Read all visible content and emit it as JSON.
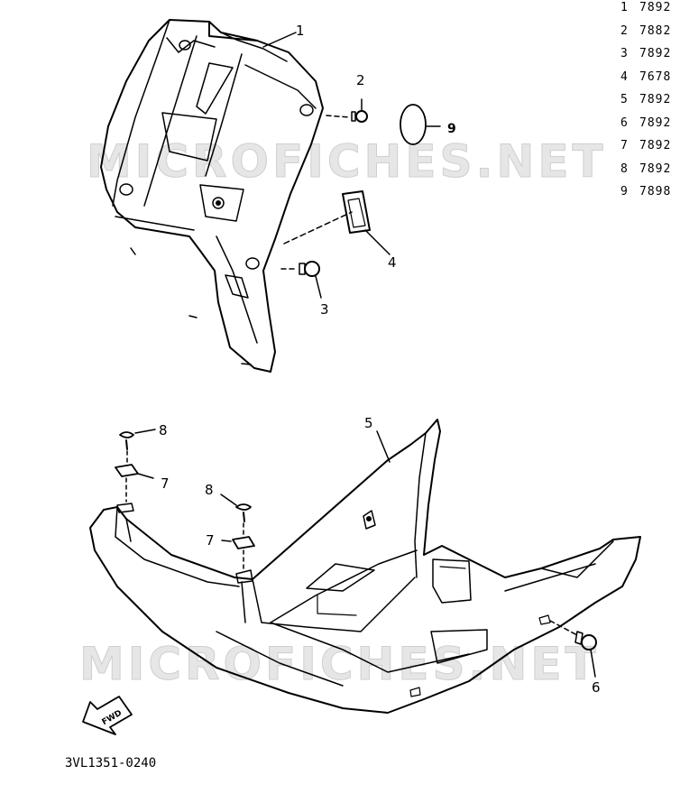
{
  "watermark": {
    "text": "MICROFICHES.NET"
  },
  "diagram_code": "3VL1351-0240",
  "fwd_label": "FWD",
  "callouts": {
    "c1": "1",
    "c2": "2",
    "c3": "3",
    "c4": "4",
    "c5": "5",
    "c6": "6",
    "c7a": "7",
    "c7b": "7",
    "c8a": "8",
    "c8b": "8",
    "c9": "9"
  },
  "parts_list": [
    {
      "num": "1",
      "text": "7892"
    },
    {
      "num": "2",
      "text": "7882"
    },
    {
      "num": "3",
      "text": "7892"
    },
    {
      "num": "4",
      "text": "7678"
    },
    {
      "num": "5",
      "text": "7892"
    },
    {
      "num": "6",
      "text": "7892"
    },
    {
      "num": "7",
      "text": "7892"
    },
    {
      "num": "8",
      "text": "7892"
    },
    {
      "num": "9",
      "text": "7898"
    }
  ]
}
